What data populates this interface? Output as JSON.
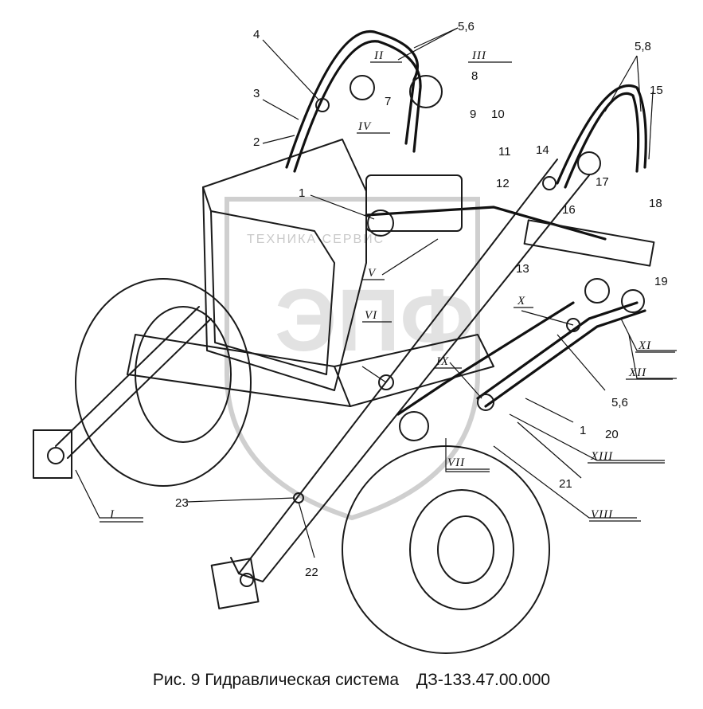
{
  "caption": {
    "figure": "Рис. 9 Гидравлическая система",
    "code": "ДЗ-133.47.00.000"
  },
  "watermark": {
    "text": "ТЕХНИКА  СЕРВИС",
    "logo": "ЭПФ"
  },
  "part_numbers": [
    "1",
    "2",
    "3",
    "4",
    "5,6",
    "7",
    "8",
    "9",
    "10",
    "11",
    "12",
    "13",
    "14",
    "15",
    "16",
    "17",
    "18",
    "19",
    "20",
    "21",
    "22",
    "23",
    "5,8",
    "1",
    "5,6"
  ],
  "views": [
    "I",
    "II",
    "III",
    "IV",
    "V",
    "VI",
    "VII",
    "VIII",
    "IX",
    "X",
    "XI",
    "XII",
    "XIII"
  ],
  "colors": {
    "ink": "#111111",
    "watermark": "#cfcfcf",
    "background": "#ffffff"
  }
}
